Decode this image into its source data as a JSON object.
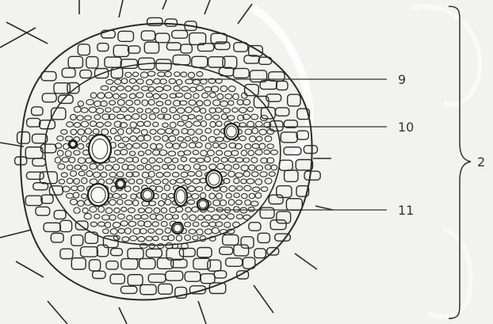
{
  "labels": {
    "l9": "9",
    "l10": "10",
    "l11": "11",
    "brace": "2"
  },
  "colors": {
    "background": "#f2f2ef",
    "ink": "#2a2a2a",
    "watermark": "#ffffff"
  }
}
